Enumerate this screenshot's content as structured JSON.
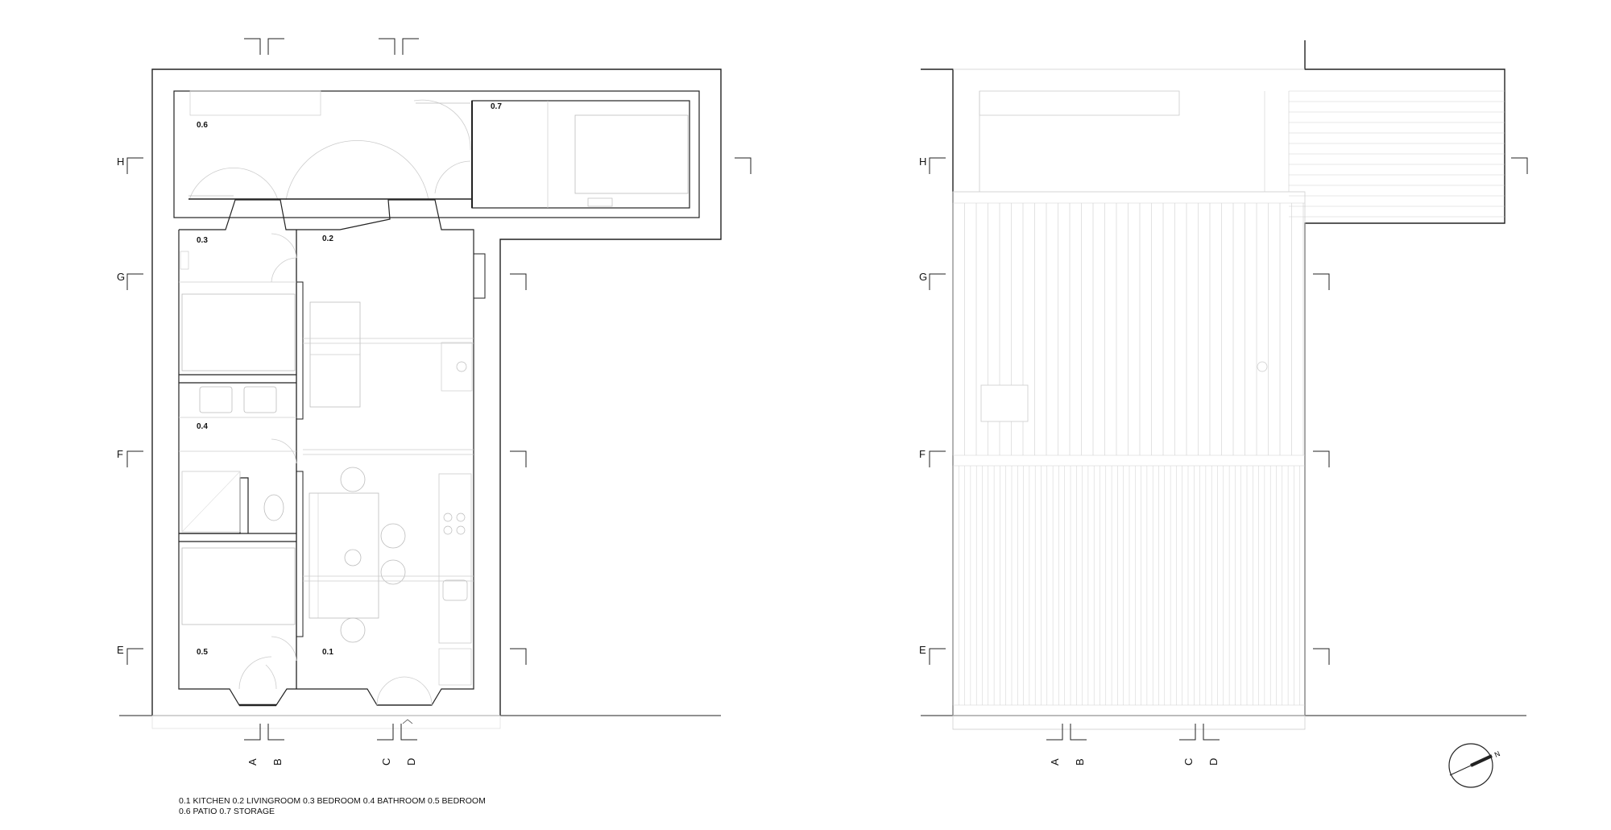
{
  "rooms": {
    "kitchen": "0.1",
    "livingroom": "0.2",
    "bedroom_1": "0.3",
    "bathroom": "0.4",
    "bedroom_2": "0.5",
    "patio": "0.6",
    "storage": "0.7"
  },
  "grid_rows": [
    "H",
    "G",
    "F",
    "E"
  ],
  "grid_cols": [
    "A",
    "B",
    "C",
    "D"
  ],
  "legend": {
    "line1": "0.1 KITCHEN  0.2 LIVINGROOM  0.3 BEDROOM  0.4 BATHROOM  0.5 BEDROOM",
    "line2": "0.6 PATIO 0.7 STORAGE"
  },
  "north_label": "N",
  "colors": {
    "wall": "#222222",
    "detail": "#bdbdbd",
    "roof": "#cfcfcf"
  }
}
